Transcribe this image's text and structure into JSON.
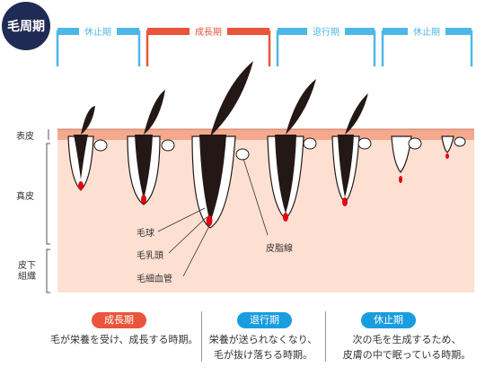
{
  "title": "毛周期",
  "phases": [
    {
      "label": "休止期",
      "color": "#4db8e8"
    },
    {
      "label": "成長期",
      "color": "#e8553a"
    },
    {
      "label": "退行期",
      "color": "#4db8e8"
    },
    {
      "label": "休止期",
      "color": "#4db8e8"
    }
  ],
  "layers": {
    "epidermis": "表皮",
    "dermis": "真皮",
    "subcutis": "皮下\n組織"
  },
  "parts": {
    "bulb": "毛球",
    "papilla": "毛乳頭",
    "capillary": "毛細血管",
    "sebaceous": "皮脂線"
  },
  "legend": [
    {
      "label": "成長期",
      "color": "#e8553a",
      "desc": "毛が栄養を受け、成長する時期。"
    },
    {
      "label": "退行期",
      "color": "#1a9de0",
      "desc": "栄養が送られなくなり、\n毛が抜け落ちる時期。"
    },
    {
      "label": "休止期",
      "color": "#1a9de0",
      "desc": "次の毛を生成するため、\n皮膚の中で眠っている時期。"
    }
  ],
  "colors": {
    "skin": "#fde0d2",
    "epidermis": "#f4a98e",
    "hair": "#231815",
    "blood": "#e60012",
    "badge": "#1f2a55"
  }
}
